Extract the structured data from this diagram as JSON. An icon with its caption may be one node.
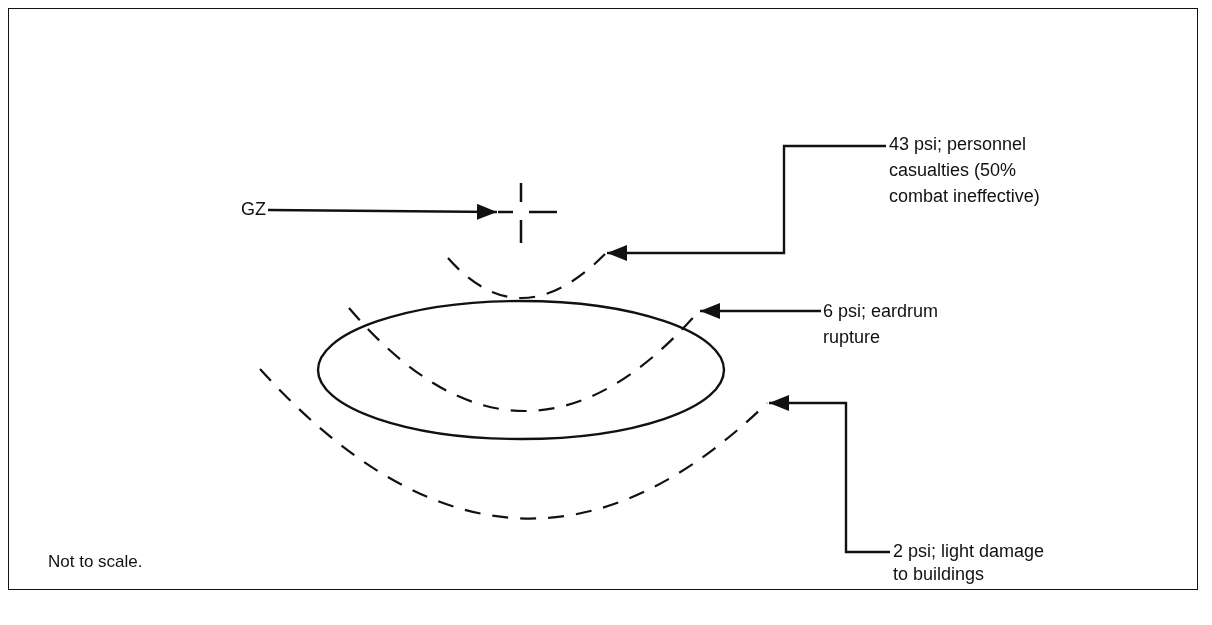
{
  "diagram": {
    "nodes": [
      {
        "text": [
          "GZ"
        ]
      },
      {
        "text": [],
        "shape": "cross"
      },
      {
        "text": [
          "43 psi; personnel casualties (50% combat ineffective)"
        ]
      },
      {
        "text": [],
        "shape": "arc"
      },
      {
        "text": [
          "6 psi; eardrum rupture"
        ]
      },
      {
        "text": [],
        "shape": "arc"
      },
      {
        "text": [
          "2 psi; light damage to buildings"
        ]
      },
      {
        "text": [],
        "shape": "arc"
      }
    ],
    "edges": [
      {
        "from": 0,
        "to": 1,
        "arrow": "to"
      },
      {
        "from": 2,
        "to": 3,
        "arrow": "to"
      },
      {
        "from": 4,
        "to": 5,
        "arrow": "to"
      },
      {
        "from": 6,
        "to": 7,
        "arrow": "to"
      }
    ],
    "labels": [
      "Not to scale."
    ]
  }
}
